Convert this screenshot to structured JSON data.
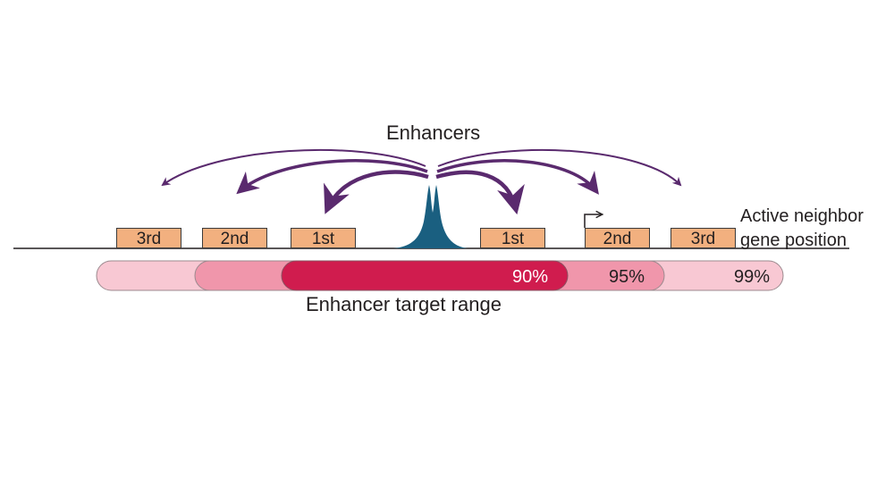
{
  "title": "Enhancers",
  "side_label": {
    "line1": "Active neighbor",
    "line2": "gene position"
  },
  "range_label": "Enhancer target range",
  "genes": {
    "left": [
      "3rd",
      "2nd",
      "1st"
    ],
    "right": [
      "1st",
      "2nd",
      "3rd"
    ]
  },
  "range_bands": [
    {
      "label": "90%",
      "color": "#d01c4e"
    },
    {
      "label": "95%",
      "color": "#f096ab"
    },
    {
      "label": "99%",
      "color": "#f8c8d3"
    }
  ],
  "colors": {
    "arrow": "#5a2a6e",
    "enhancer_peak": "#1a5f80",
    "gene_box": "#f2b07f",
    "baseline": "#231f20"
  }
}
